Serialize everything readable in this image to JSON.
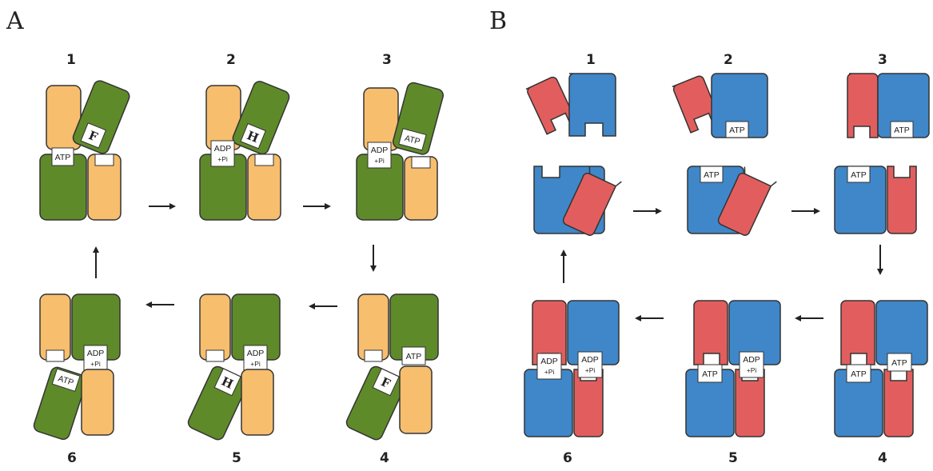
{
  "panels": [
    {
      "label": "A",
      "colors": {
        "primary": "#5f8a2a",
        "secondary": "#f7be6e"
      },
      "steps": [
        {
          "number": "1",
          "labels": {
            "atp": "ATP",
            "letter": "F"
          }
        },
        {
          "number": "2",
          "labels": {
            "adp": "ADP",
            "pi": "+Pi",
            "letter": "H"
          }
        },
        {
          "number": "3",
          "labels": {
            "adp": "ADP",
            "pi": "+Pi",
            "atp": "ATP"
          }
        },
        {
          "number": "4",
          "labels": {
            "atp": "ATP",
            "letter": "F"
          }
        },
        {
          "number": "5",
          "labels": {
            "adp": "ADP",
            "pi": "+Pi",
            "letter": "H"
          }
        },
        {
          "number": "6",
          "labels": {
            "adp": "ADP",
            "pi": "+Pi",
            "atp": "ATP"
          }
        }
      ]
    },
    {
      "label": "B",
      "colors": {
        "primary": "#3f87c9",
        "secondary": "#e25e5e"
      },
      "steps": [
        {
          "number": "1"
        },
        {
          "number": "2",
          "labels": {
            "atp": "ATP"
          }
        },
        {
          "number": "3",
          "labels": {
            "atp_top": "ATP",
            "atp_bottom": "ATP"
          }
        },
        {
          "number": "4",
          "labels": {
            "atp_left": "ATP",
            "atp_right": "ATP"
          }
        },
        {
          "number": "5",
          "labels": {
            "atp": "ATP",
            "adp": "ADP",
            "pi": "+Pi"
          }
        },
        {
          "number": "6",
          "labels": {
            "adp_left": "ADP",
            "pi_left": "+Pi",
            "adp_right": "ADP",
            "pi_right": "+Pi"
          }
        }
      ]
    }
  ]
}
